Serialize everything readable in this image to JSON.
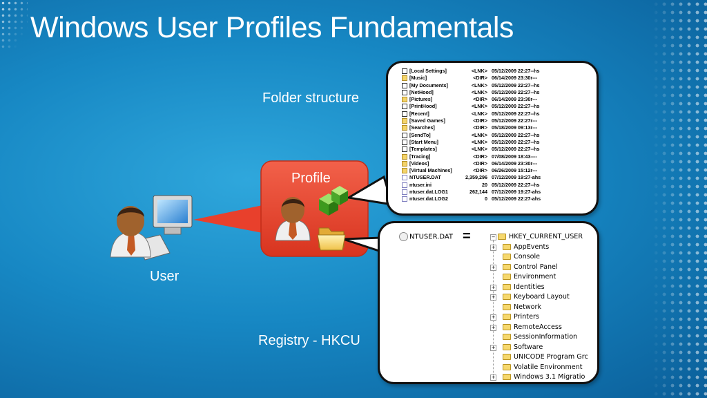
{
  "slide": {
    "title": "Windows User Profiles Fundamentals",
    "labels": {
      "folder_structure": "Folder structure",
      "profile": "Profile",
      "user": "User",
      "registry": "Registry - HKCU"
    }
  },
  "folder_listing": [
    {
      "name": "[Local Settings]",
      "type": "<LNK>",
      "date": "05/12/2009 22:27--hs",
      "icon": "link-icon"
    },
    {
      "name": "[Music]",
      "type": "<DIR>",
      "date": "06/14/2009 23:30r---",
      "icon": "folder-icon"
    },
    {
      "name": "[My Documents]",
      "type": "<LNK>",
      "date": "05/12/2009 22:27--hs",
      "icon": "link-icon"
    },
    {
      "name": "[NetHood]",
      "type": "<LNK>",
      "date": "05/12/2009 22:27--hs",
      "icon": "link-icon"
    },
    {
      "name": "[Pictures]",
      "type": "<DIR>",
      "date": "06/14/2009 23:30r---",
      "icon": "folder-icon"
    },
    {
      "name": "[PrintHood]",
      "type": "<LNK>",
      "date": "05/12/2009 22:27--hs",
      "icon": "link-icon"
    },
    {
      "name": "[Recent]",
      "type": "<LNK>",
      "date": "05/12/2009 22:27--hs",
      "icon": "link-icon"
    },
    {
      "name": "[Saved Games]",
      "type": "<DIR>",
      "date": "05/12/2009 22:27r---",
      "icon": "folder-icon"
    },
    {
      "name": "[Searches]",
      "type": "<DIR>",
      "date": "05/18/2009 09:13r---",
      "icon": "folder-icon"
    },
    {
      "name": "[SendTo]",
      "type": "<LNK>",
      "date": "05/12/2009 22:27--hs",
      "icon": "link-icon"
    },
    {
      "name": "[Start Menu]",
      "type": "<LNK>",
      "date": "05/12/2009 22:27--hs",
      "icon": "link-icon"
    },
    {
      "name": "[Templates]",
      "type": "<LNK>",
      "date": "05/12/2009 22:27--hs",
      "icon": "link-icon"
    },
    {
      "name": "[Tracing]",
      "type": "<DIR>",
      "date": "07/08/2009 18:43----",
      "icon": "folder-icon"
    },
    {
      "name": "[Videos]",
      "type": "<DIR>",
      "date": "06/14/2009 23:30r---",
      "icon": "folder-icon"
    },
    {
      "name": "[Virtual Machines]",
      "type": "<DIR>",
      "date": "06/26/2009 15:12r---",
      "icon": "folder-icon"
    },
    {
      "name": "NTUSER.DAT",
      "type": "2,359,296",
      "date": "07/12/2009 19:27-ahs",
      "icon": "file-icon"
    },
    {
      "name": "ntuser.ini",
      "type": "20",
      "date": "05/12/2009 22:27--hs",
      "icon": "file-icon"
    },
    {
      "name": "ntuser.dat.LOG1",
      "type": "262,144",
      "date": "07/12/2009 19:27-ahs",
      "icon": "file-icon"
    },
    {
      "name": "ntuser.dat.LOG2",
      "type": "0",
      "date": "05/12/2009 22:27-ahs",
      "icon": "file-icon"
    }
  ],
  "registry": {
    "file": "NTUSER.DAT",
    "equals": "=",
    "root": "HKEY_CURRENT_USER",
    "keys": [
      {
        "name": "AppEvents",
        "expandable": true
      },
      {
        "name": "Console",
        "expandable": false
      },
      {
        "name": "Control Panel",
        "expandable": true
      },
      {
        "name": "Environment",
        "expandable": false
      },
      {
        "name": "Identities",
        "expandable": true
      },
      {
        "name": "Keyboard Layout",
        "expandable": true
      },
      {
        "name": "Network",
        "expandable": false
      },
      {
        "name": "Printers",
        "expandable": true
      },
      {
        "name": "RemoteAccess",
        "expandable": true
      },
      {
        "name": "SessionInformation",
        "expandable": false
      },
      {
        "name": "Software",
        "expandable": true
      },
      {
        "name": "UNICODE Program Grc",
        "expandable": false
      },
      {
        "name": "Volatile Environment",
        "expandable": false
      },
      {
        "name": "Windows 3.1 Migratio",
        "expandable": true
      }
    ]
  },
  "colors": {
    "background": "#1788c4",
    "profile_box": "#e8402c",
    "bubble_border": "#111111"
  },
  "icons": {
    "user": "user-at-computer-icon",
    "profile_person": "person-icon",
    "registry_cubes": "registry-cubes-icon",
    "profile_folder": "folder-icon"
  }
}
